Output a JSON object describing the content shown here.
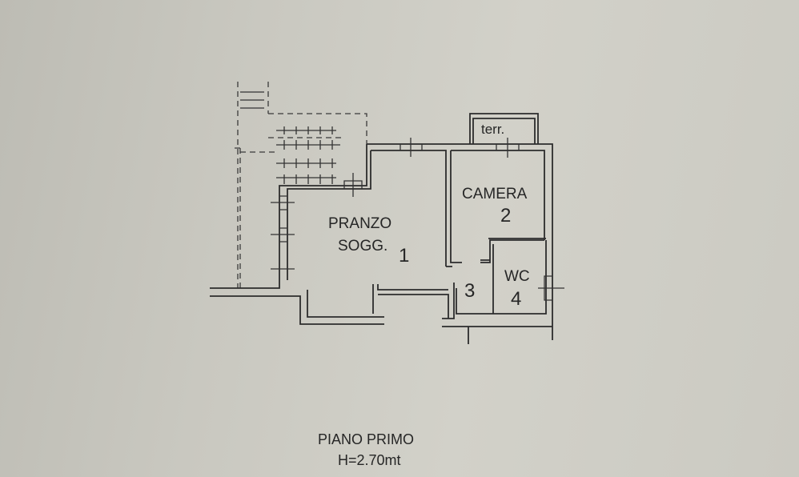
{
  "plan": {
    "rooms": [
      {
        "name": "PRANZO",
        "name2": "SOGG.",
        "number": "1"
      },
      {
        "name": "CAMERA",
        "number": "2"
      },
      {
        "name": "",
        "number": "3"
      },
      {
        "name": "WC",
        "number": "4"
      }
    ],
    "terrace_label": "terr."
  },
  "caption": {
    "title": "PIANO PRIMO",
    "height": "H=2.70mt"
  }
}
